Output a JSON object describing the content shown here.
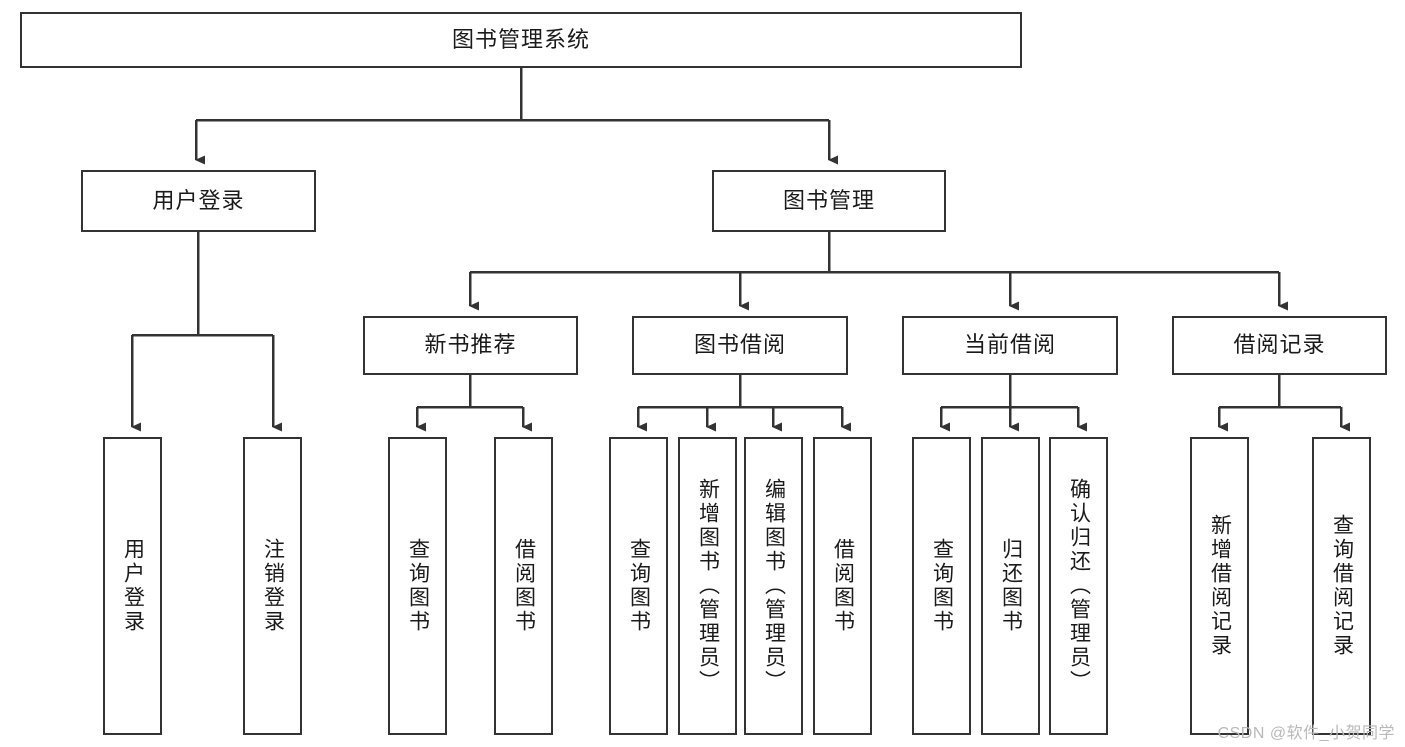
{
  "diagram": {
    "title": "图书管理系统",
    "type": "function-structure-tree",
    "watermark": "CSDN @软件_小贺同学",
    "colors": {
      "background": "#ffffff",
      "node_border": "#333333",
      "node_fill": "#ffffff",
      "text": "#1a1a1a",
      "edge": "#333333",
      "watermark": "#b9b9b9"
    },
    "levels": {
      "root": {
        "label": "图书管理系统"
      },
      "level2": [
        {
          "label": "用户登录"
        },
        {
          "label": "图书管理"
        }
      ],
      "level3": [
        {
          "label": "新书推荐"
        },
        {
          "label": "图书借阅"
        },
        {
          "label": "当前借阅"
        },
        {
          "label": "借阅记录"
        }
      ],
      "leaves": {
        "user_login": [
          {
            "label": "用户登录"
          },
          {
            "label": "注销登录"
          }
        ],
        "new_book_recommend": [
          {
            "label": "查询图书"
          },
          {
            "label": "借阅图书"
          }
        ],
        "book_borrow": [
          {
            "label": "查询图书"
          },
          {
            "label": "新增图书（管理员）"
          },
          {
            "label": "编辑图书（管理员）"
          },
          {
            "label": "借阅图书"
          }
        ],
        "current_borrow": [
          {
            "label": "查询图书"
          },
          {
            "label": "归还图书"
          },
          {
            "label": "确认归还（管理员）"
          }
        ],
        "borrow_record": [
          {
            "label": "新增借阅记录"
          },
          {
            "label": "查询借阅记录"
          }
        ]
      }
    }
  }
}
